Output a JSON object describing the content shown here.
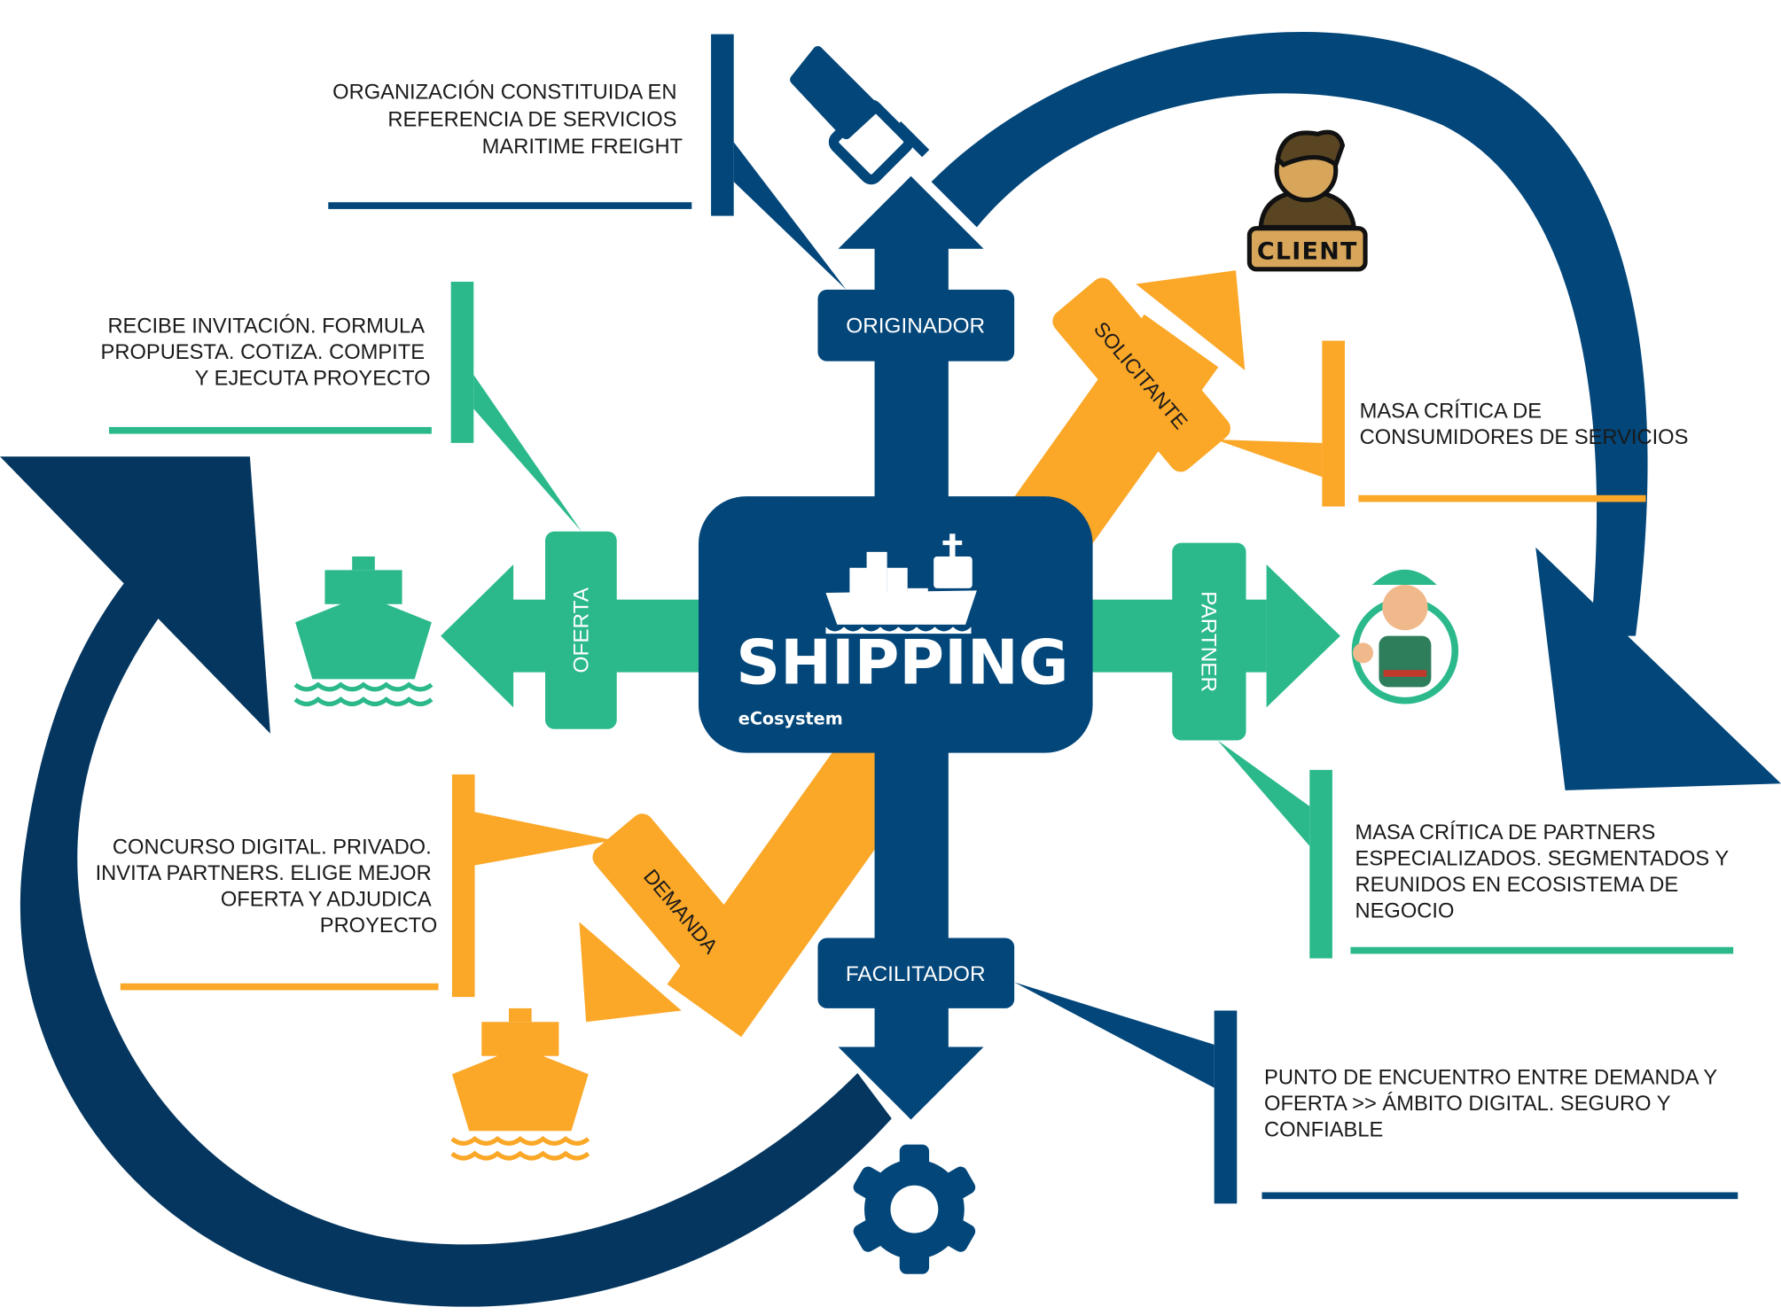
{
  "center": {
    "title": "SHIPPING",
    "subtitle": "eCosystem"
  },
  "roles": {
    "originador": "ORIGINADOR",
    "facilitador": "FACILITADOR",
    "oferta": "OFERTA",
    "partner": "PARTNER",
    "solicitante": "SOLICITANTE",
    "demanda": "DEMANDA"
  },
  "client_badge": "CLIENT",
  "descriptions": {
    "originador": [
      "ORGANIZACIÓN CONSTITUIDA EN",
      "REFERENCIA DE SERVICIOS",
      "MARITIME FREIGHT"
    ],
    "oferta": [
      "RECIBE INVITACIÓN. FORMULA",
      "PROPUESTA. COTIZA. COMPITE",
      "Y EJECUTA PROYECTO"
    ],
    "solicitante": [
      "MASA CRÍTICA DE",
      "CONSUMIDORES DE SERVICIOS"
    ],
    "demanda": [
      "CONCURSO DIGITAL. PRIVADO.",
      "INVITA PARTNERS. ELIGE MEJOR",
      "OFERTA Y ADJUDICA",
      "PROYECTO"
    ],
    "partner": [
      "MASA   CRÍTICA   DE   PARTNERS",
      "ESPECIALIZADOS. SEGMENTADOS Y",
      "REUNIDOS   EN   ECOSISTEMA   DE",
      "NEGOCIO"
    ],
    "facilitador": [
      "PUNTO DE ENCUENTRO ENTRE DEMANDA Y",
      "OFERTA     >>  ÁMBITO  DIGITAL.  SEGURO  Y",
      "CONFIABLE"
    ]
  },
  "colors": {
    "navy": "#02467a",
    "green": "#2bb98c",
    "orange": "#fba727"
  }
}
